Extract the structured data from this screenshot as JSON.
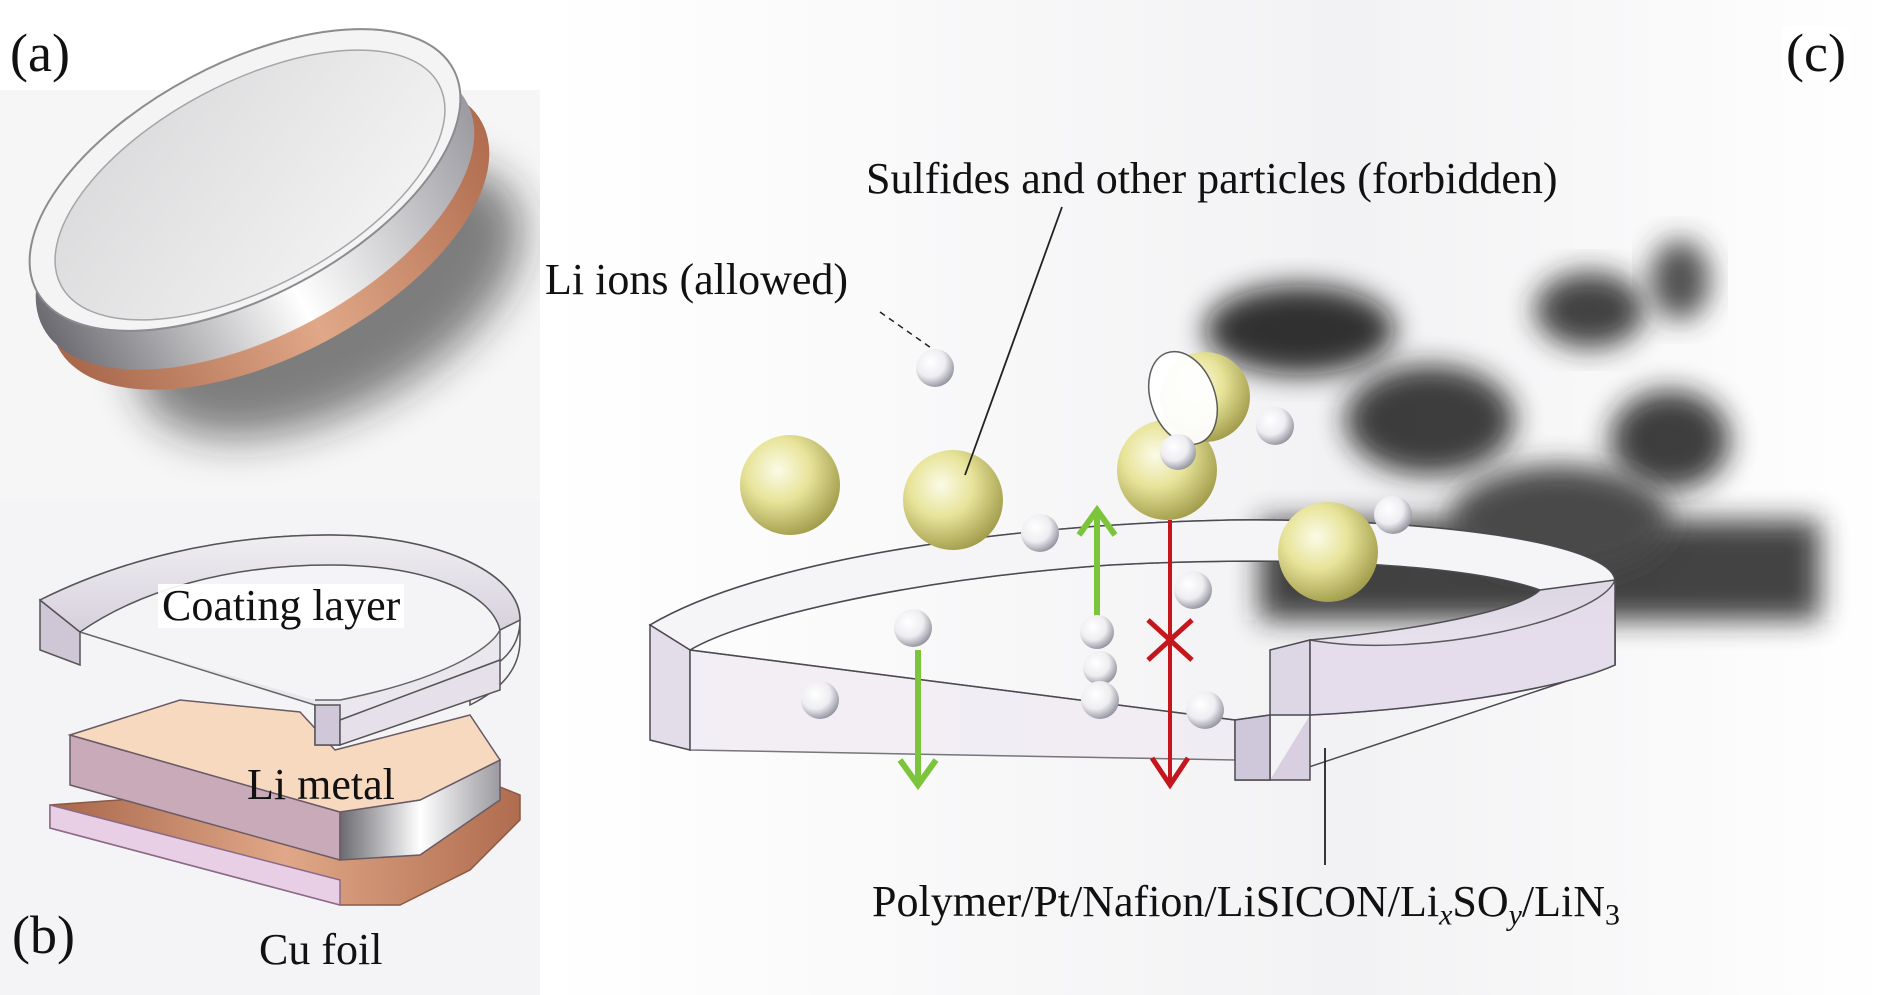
{
  "panels": {
    "a": "(a)",
    "b": "(b)",
    "c": "(c)"
  },
  "labels": {
    "coating_layer": "Coating layer",
    "li_metal": "Li metal",
    "cu_foil": "Cu foil",
    "li_ions": "Li ions (allowed)",
    "sulfides": "Sulfides and other particles (forbidden)",
    "materials": {
      "prefix": "Polymer/Pt/Nafion/LiSICON/Li",
      "sub_x": "x",
      "so": "SO",
      "sub_y": "y",
      "mid": "/LiN",
      "sub_3": "3"
    }
  },
  "colors": {
    "copper": "#c98a6a",
    "li_metal_top": "#f6d9bf",
    "coating_glass": "#e8e3ec",
    "sulfide_particle": "#e8e49a",
    "li_ion": "#f2f2f5",
    "allowed_arrow": "#7cc43a",
    "forbidden_arrow": "#c4161c"
  },
  "icons": {
    "allowed_arrows": "arrow-icon",
    "forbidden_mark": "cross-icon"
  }
}
